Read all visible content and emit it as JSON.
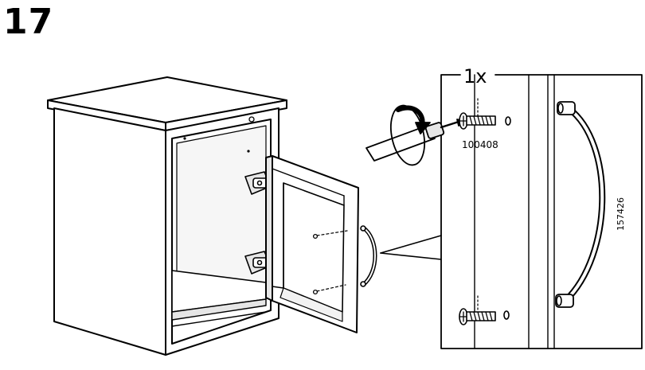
{
  "step": {
    "number": "17"
  },
  "detail": {
    "quantity": "1x",
    "screw_part_number": "100408",
    "handle_part_number": "157426"
  },
  "colors": {
    "line": "#000000",
    "fill": "#ffffff",
    "shade": "#e6e6e6",
    "dark_shade": "#bdbdbd"
  }
}
